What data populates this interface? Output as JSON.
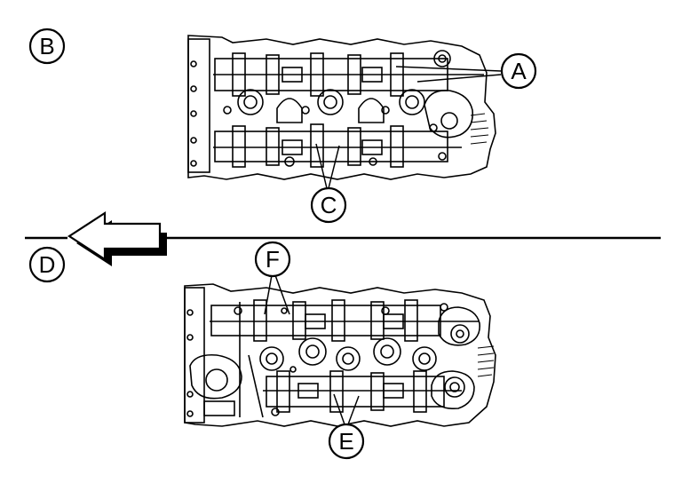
{
  "labels": {
    "b": "B",
    "a": "A",
    "c": "C",
    "d": "D",
    "f": "F",
    "e": "E"
  },
  "colors": {
    "ink": "#000000",
    "paper": "#ffffff"
  },
  "icons": {
    "arrow": "left-arrow-icon"
  }
}
